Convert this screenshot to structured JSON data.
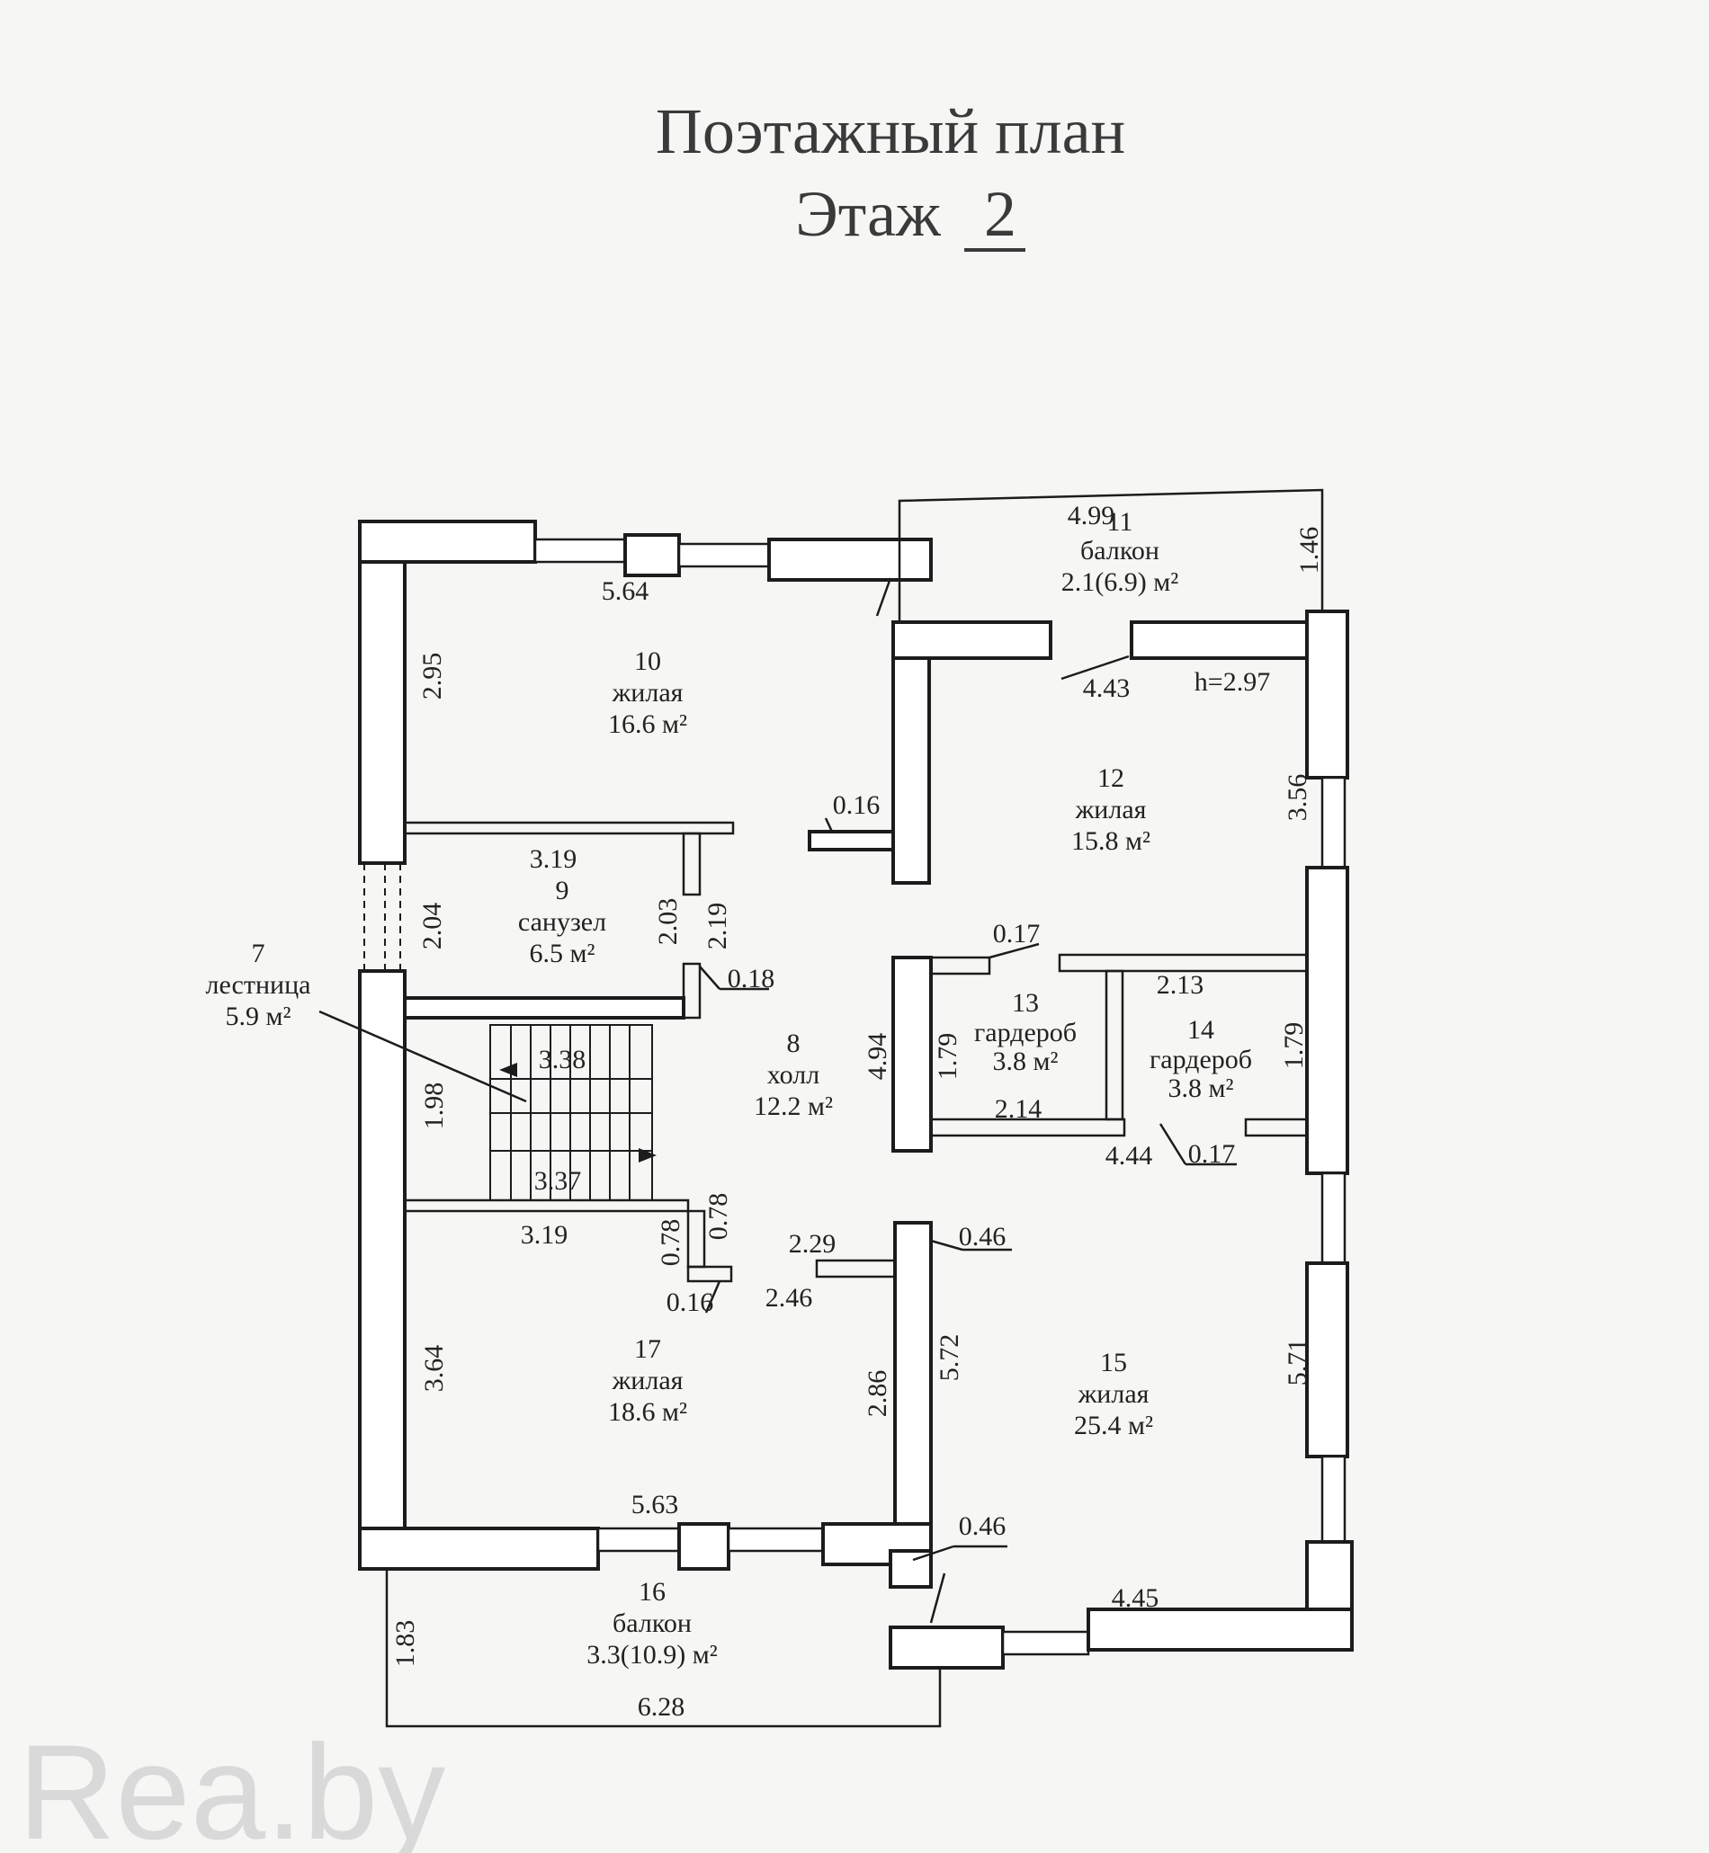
{
  "header": {
    "title": "Поэтажный план",
    "subtitle_prefix": "Этаж",
    "floor_number": "2"
  },
  "rooms": [
    {
      "num": "10",
      "type": "жилая",
      "area": "16.6 м²"
    },
    {
      "num": "11",
      "type": "балкон",
      "area": "2.1(6.9) м²"
    },
    {
      "num": "12",
      "type": "жилая",
      "area": "15.8 м²"
    },
    {
      "num": "9",
      "type": "санузел",
      "area": "6.5 м²"
    },
    {
      "num": "7",
      "type": "лестница",
      "area": "5.9 м²"
    },
    {
      "num": "8",
      "type": "холл",
      "area": "12.2 м²"
    },
    {
      "num": "13",
      "type": "гардероб",
      "area": "3.8 м²"
    },
    {
      "num": "14",
      "type": "гардероб",
      "area": "3.8 м²"
    },
    {
      "num": "17",
      "type": "жилая",
      "area": "18.6 м²"
    },
    {
      "num": "15",
      "type": "жилая",
      "area": "25.4 м²"
    },
    {
      "num": "16",
      "type": "балкон",
      "area": "3.3(10.9) м²"
    }
  ],
  "height_label": "h=2.97",
  "dims": {
    "d_564": "5.64",
    "d_499": "4.99",
    "d_146": "1.46",
    "d_295": "2.95",
    "d_443": "4.43",
    "d_356": "3.56",
    "d_016a": "0.16",
    "d_319a": "3.19",
    "d_204": "2.04",
    "d_203": "2.03",
    "d_219": "2.19",
    "d_018": "0.18",
    "d_017a": "0.17",
    "d_213": "2.13",
    "d_338": "3.38",
    "d_198": "1.98",
    "d_494": "4.94",
    "d_179a": "1.79",
    "d_179b": "1.79",
    "d_214": "2.14",
    "d_444": "4.44",
    "d_017b": "0.17",
    "d_337": "3.37",
    "d_319b": "3.19",
    "d_078a": "0.78",
    "d_078b": "0.78",
    "d_229": "2.29",
    "d_046a": "0.46",
    "d_016b": "0.16",
    "d_246": "2.46",
    "d_364": "3.64",
    "d_286": "2.86",
    "d_572": "5.72",
    "d_571": "5.71",
    "d_563": "5.63",
    "d_046b": "0.46",
    "d_445": "4.45",
    "d_183": "1.83",
    "d_628": "6.28"
  },
  "watermark": "Rea.by"
}
